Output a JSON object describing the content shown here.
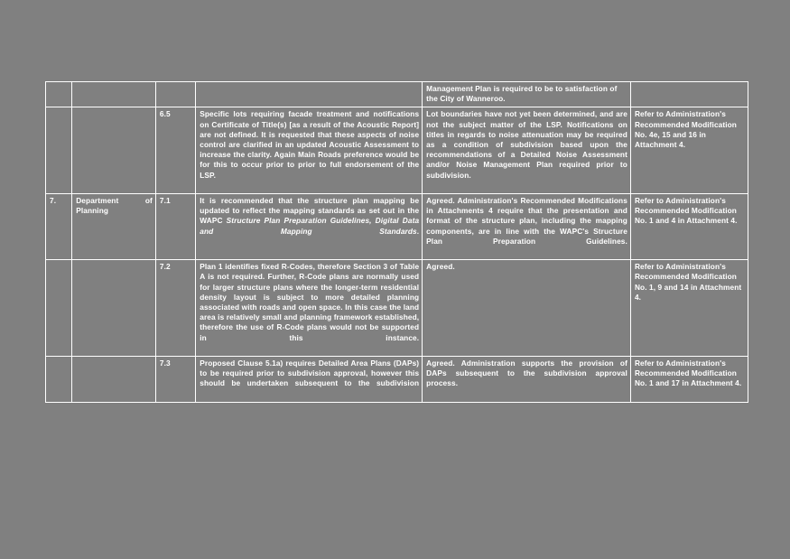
{
  "document": {
    "page_background": "#808080",
    "text_color": "#ffffff",
    "grid_color": "#ffffff"
  },
  "table": {
    "columns": [
      {
        "key": "no",
        "name": "submission-number-column"
      },
      {
        "key": "org",
        "name": "organisation-column"
      },
      {
        "key": "ref",
        "name": "item-reference-column"
      },
      {
        "key": "sub",
        "name": "submission-text-column"
      },
      {
        "key": "com",
        "name": "comment-column"
      },
      {
        "key": "rec",
        "name": "recommendation-column"
      }
    ],
    "rows": [
      {
        "id": "row-continued",
        "no": "",
        "org": "",
        "ref": "",
        "sub": "",
        "com": "Management Plan is required to be to satisfaction of the City of Wanneroo.",
        "rec": ""
      },
      {
        "id": "row-6-5",
        "no": "",
        "org": "",
        "ref": "6.5",
        "sub": "Specific lots requiring facade treatment and notifications on Certificate of Title(s) [as a result of the Acoustic Report] are not defined. It is requested that these aspects of noise control are clarified in an updated Acoustic Assessment to increase the clarity. Again Main Roads preference would be for this to occur prior to prior to full endorsement of the LSP.",
        "com": "Lot boundaries have not yet been determined, and are not the subject matter of the LSP. Notifications on titles in regards to noise attenuation may be required as a condition of subdivision based upon the recommendations of a Detailed Noise Assessment and/or Noise Management Plan required prior to subdivision.",
        "rec": "Refer to Administration's Recommended Modification No. 4e, 15 and 16 in Attachment 4."
      },
      {
        "id": "row-7-1",
        "no": "7.",
        "org": "Department of Planning",
        "ref": "7.1",
        "sub_runs": [
          {
            "text": "It is recommended that the structure plan mapping be updated to reflect the mapping standards as set out in the WAPC ",
            "italic": false
          },
          {
            "text": "Structure Plan Preparation Guidelines, Digital Data and Mapping Standards",
            "italic": true
          },
          {
            "text": ".",
            "italic": false
          }
        ],
        "com": "Agreed. Administration's Recommended Modifications in Attachments 4 require that the presentation and format of the structure plan, including the mapping components, are in line with the WAPC's Structure Plan Preparation Guidelines.",
        "rec": "Refer to Administration's Recommended Modification No. 1 and 4 in Attachment 4."
      },
      {
        "id": "row-7-2",
        "no": "",
        "org": "",
        "ref": "7.2",
        "sub": "Plan 1 identifies fixed R-Codes, therefore Section 3 of Table A is not required. Further, R-Code plans are normally used for larger structure plans where the longer-term residential density layout is subject to more detailed planning associated with roads and open space. In this case the land area is relatively small and planning framework established, therefore the use of R-Code plans would not be supported in this instance.",
        "com": "Agreed.",
        "rec": "Refer to Administration's Recommended Modification No. 1, 9 and 14 in Attachment 4."
      },
      {
        "id": "row-7-3",
        "no": "",
        "org": "",
        "ref": "7.3",
        "sub": "Proposed Clause 5.1a) requires Detailed Area Plans (DAPs) to be required prior to subdivision approval, however this should be undertaken subsequent to the subdivision",
        "com": "Agreed. Administration supports the provision of DAPs subsequent to the subdivision approval process.",
        "rec": "Refer to Administration's Recommended Modification No. 1 and 17 in Attachment 4."
      }
    ]
  }
}
